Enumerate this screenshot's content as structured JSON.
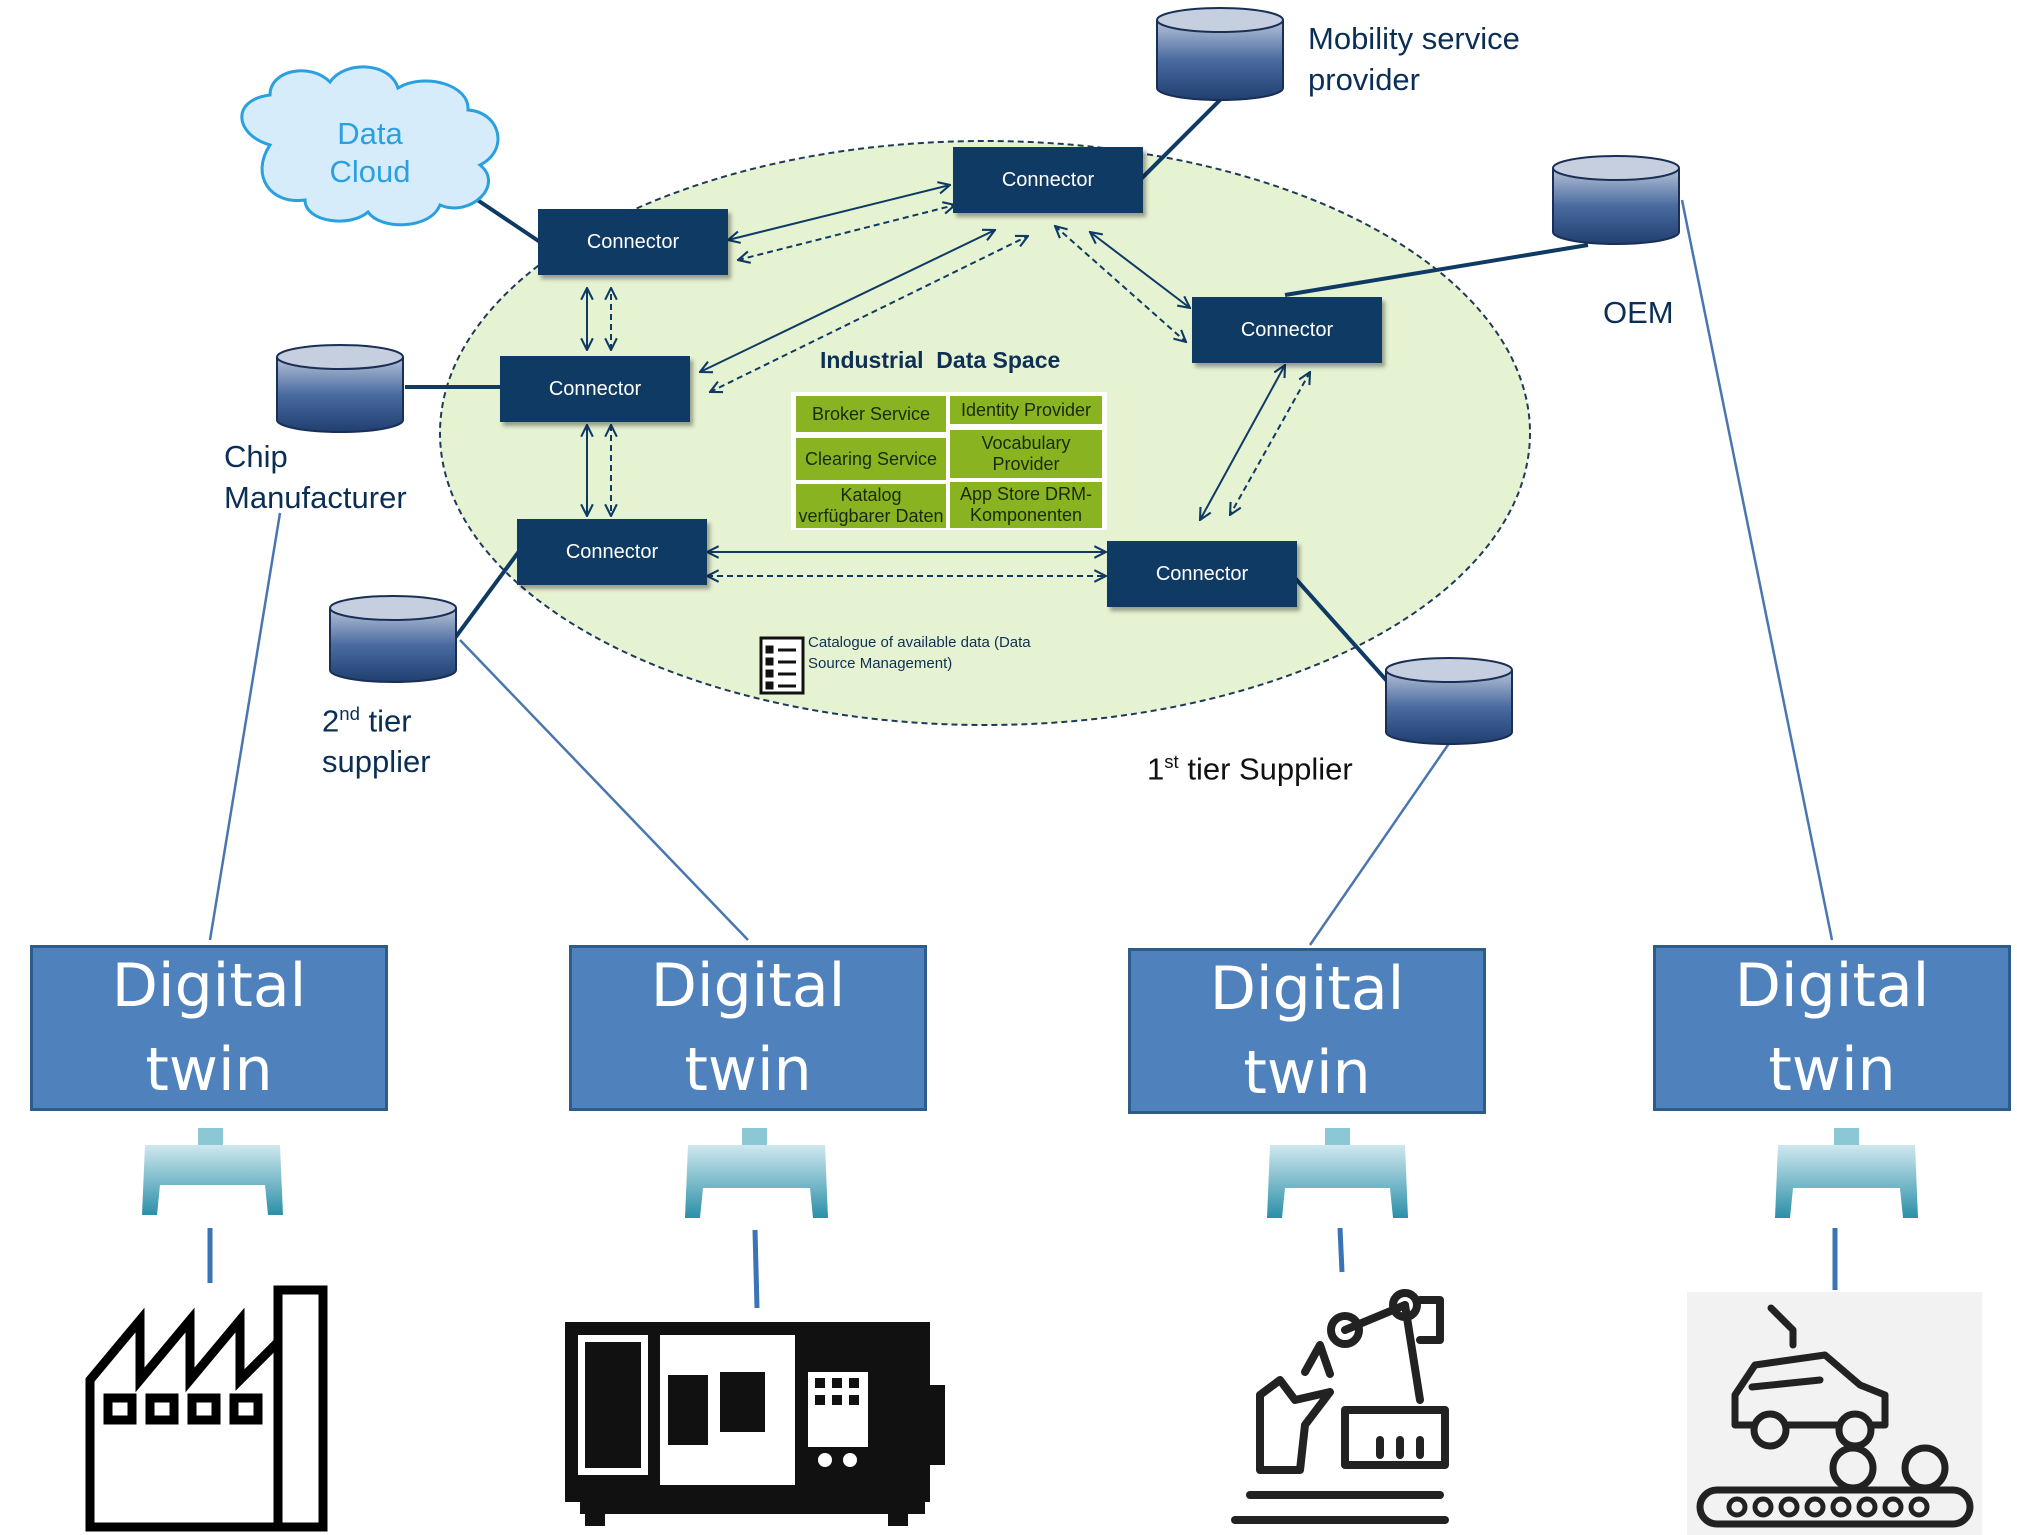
{
  "diagram": {
    "connector_label": "Connector",
    "data_cloud": {
      "line1": "Data",
      "line2": "Cloud"
    },
    "participants": {
      "mobility": {
        "line1": "Mobility service",
        "line2": "provider"
      },
      "oem": "OEM",
      "chip": {
        "line1": "Chip",
        "line2": "Manufacturer"
      },
      "second_tier": {
        "prefix": "2",
        "sup": "nd",
        "rest": " tier",
        "line2": "supplier"
      },
      "first_tier": {
        "prefix": "1",
        "sup": "st",
        "rest": " tier Supplier"
      }
    },
    "industrial_data_space": {
      "title": "Industrial  Data Space",
      "services": {
        "broker": "Broker Service",
        "identity": "Identity Provider",
        "clearing": "Clearing Service",
        "vocabulary": "Vocabulary Provider",
        "katalog": "Katalog verfügbarer Daten",
        "appstore": "App Store DRM-Komponenten"
      },
      "catalogue": "Catalogue of available data  (Data Source Management)"
    },
    "digital_twin": {
      "line1": "Digital",
      "line2": "twin"
    },
    "colors": {
      "connector": "#0f3a64",
      "ellipse_fill": "#e6f3d2",
      "service_fill": "#8ab322",
      "twin_fill": "#4f81bd",
      "cloud_fill": "#d7ecfb",
      "cloud_text": "#2aa0e0",
      "link_line": "#4a76b0"
    },
    "icons": [
      "database-icon",
      "cloud-icon",
      "document-list-icon",
      "gripper-icon",
      "factory-icon",
      "cnc-machine-icon",
      "robot-arm-icon",
      "car-conveyor-icon"
    ]
  }
}
